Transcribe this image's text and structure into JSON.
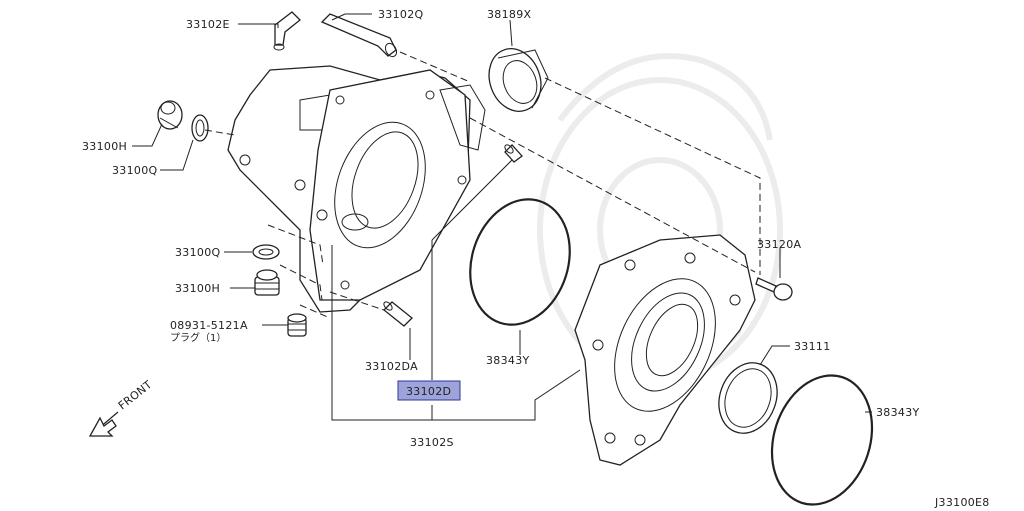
{
  "labels": {
    "p33102E": "33102E",
    "p33102Q": "33102Q",
    "p38189X": "38189X",
    "p33100H_top": "33100H",
    "p33100Q_top": "33100Q",
    "p33100Q_mid": "33100Q",
    "p33100H_mid": "33100H",
    "p08931": "08931-5121A",
    "p08931_sub": "プラグ（1）",
    "p33102DA": "33102DA",
    "p33102D": "33102D",
    "p33102S": "33102S",
    "p38343Y_center": "38343Y",
    "p33120A": "33120A",
    "p33111": "33111",
    "p38343Y_right": "38343Y",
    "front": "FRONT",
    "diagram_code": "J33100E8"
  },
  "highlight": {
    "part": "33102D",
    "color": "#9ea3d9"
  }
}
